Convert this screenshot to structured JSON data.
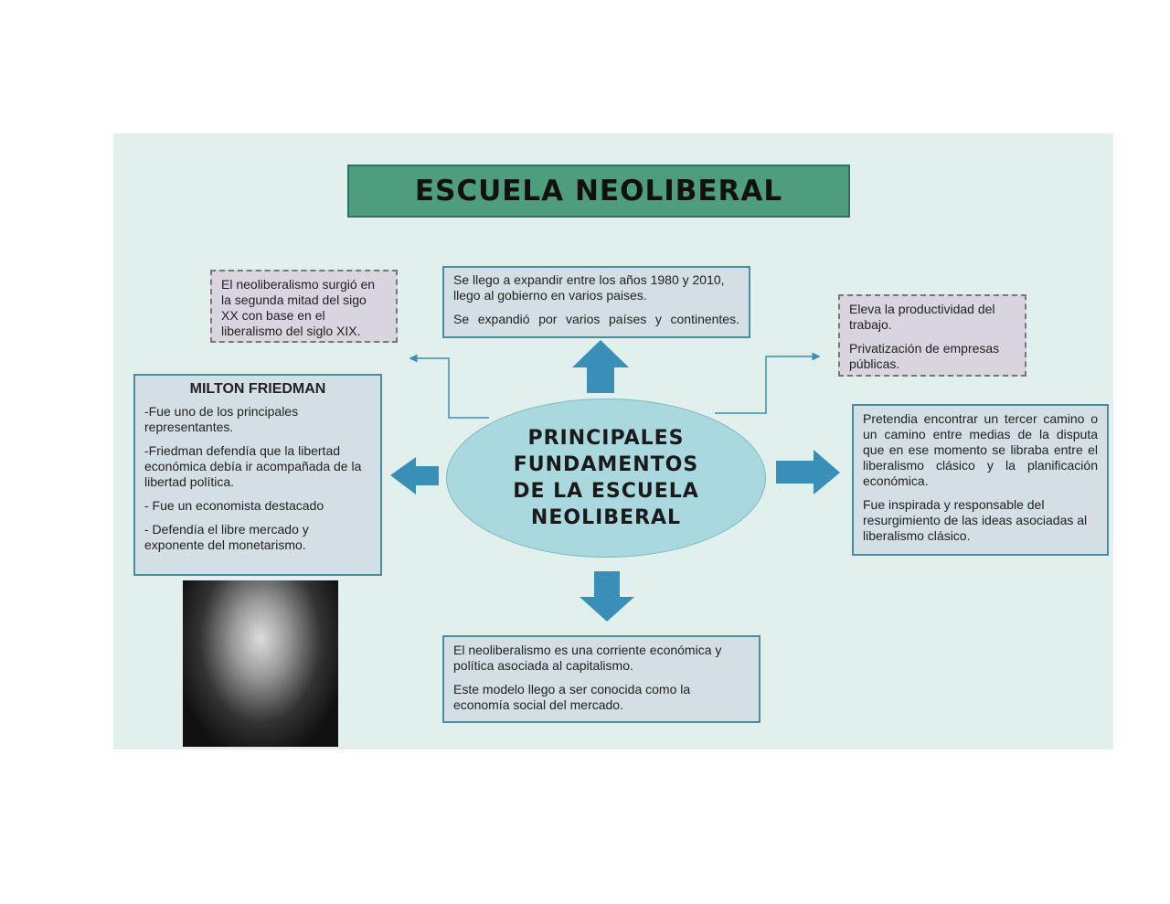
{
  "title": "ESCUELA NEOLIBERAL",
  "center": [
    "PRINCIPALES",
    "FUNDAMENTOS",
    "DE LA ESCUELA",
    "NEOLIBERAL"
  ],
  "top_left": "El neoliberalismo surgió en la segunda mitad del sigo XX con base en el liberalismo del siglo XIX.",
  "top_center": [
    "Se llego a expandir entre los años 1980 y 2010, llego al gobierno en varios paises.",
    "Se expandió por varios países y continentes."
  ],
  "top_right": [
    "Eleva la productividad del trabajo.",
    "Privatización de empresas públicas."
  ],
  "friedman": {
    "heading": "MILTON FRIEDMAN",
    "items": [
      "-Fue uno de los principales representantes.",
      "-Friedman defendía que la libertad económica debía ir acompañada de la libertad política.",
      "- Fue un economista destacado",
      "- Defendía el libre mercado y exponente del monetarismo."
    ]
  },
  "right": [
    "Pretendia encontrar un tercer camino o un camino entre medias de la disputa que en ese momento se libraba entre el liberalismo clásico y la planificación económica.",
    "Fue inspirada y responsable del resurgimiento de las ideas asociadas al liberalismo clásico."
  ],
  "bottom": [
    "El neoliberalismo es una corriente económica y política asociada al capitalismo.",
    "Este modelo llego a ser conocida como la economía social del mercado."
  ],
  "colors": {
    "arrow": "#3a8fb8",
    "title_bg": "#4e9d7f",
    "background": "#e1efed"
  }
}
